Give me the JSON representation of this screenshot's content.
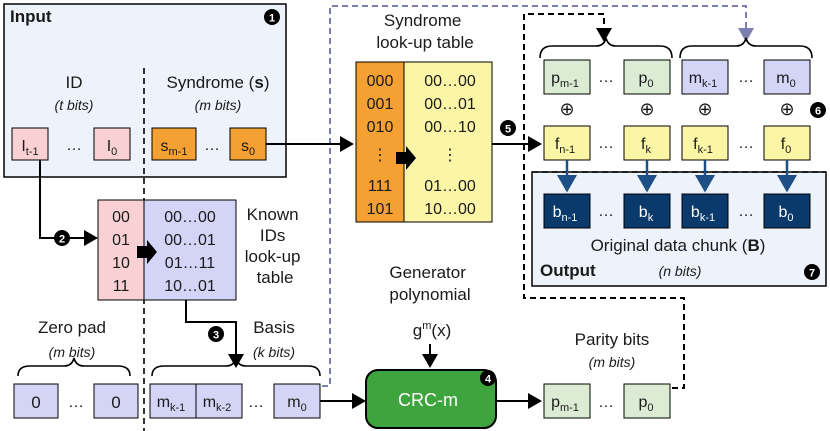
{
  "input": {
    "title": "Input",
    "step": "1",
    "id_label": "ID",
    "id_bits": "(t bits)",
    "syn_label_pre": "Syndrome (",
    "syn_label_s": "s",
    "syn_label_post": ")",
    "syn_bits": "(m bits)",
    "id_cells": [
      {
        "base": "I",
        "sub": "t-1"
      },
      {
        "base": "I",
        "sub": "0"
      }
    ],
    "syn_cells": [
      {
        "base": "s",
        "sub": "m-1"
      },
      {
        "base": "s",
        "sub": "0"
      }
    ],
    "ellipsis": "…"
  },
  "syndrome_table": {
    "title_1": "Syndrome",
    "title_2": "look-up table",
    "keys": [
      "000",
      "001",
      "010",
      "⋮",
      "111",
      "101"
    ],
    "values": [
      "00…00",
      "00…01",
      "00…10",
      "⋮",
      "01…00",
      "10…00"
    ],
    "step": "5"
  },
  "known_table": {
    "title_1": "Known",
    "title_2": "IDs",
    "title_3": "look-up",
    "title_4": "table",
    "keys": [
      "00",
      "01",
      "10",
      "11"
    ],
    "values": [
      "00…00",
      "00…01",
      "01…11",
      "10…01"
    ],
    "step": "2"
  },
  "zero_pad": {
    "label": "Zero pad",
    "bits": "(m bits)",
    "cells": [
      "0",
      "0"
    ]
  },
  "basis": {
    "label": "Basis",
    "bits": "(k bits)",
    "step": "3",
    "cells": [
      {
        "base": "m",
        "sub": "k-1"
      },
      {
        "base": "m",
        "sub": "k-2"
      },
      {
        "base": "m",
        "sub": "0"
      }
    ]
  },
  "generator": {
    "label_1": "Generator",
    "label_2": "polynomial",
    "poly_base": "g",
    "poly_sup": "m",
    "poly_tail": "(x)"
  },
  "crc": {
    "label": "CRC-m",
    "step": "4"
  },
  "parity": {
    "label": "Parity bits",
    "bits": "(m bits)",
    "cells": [
      {
        "base": "p",
        "sub": "m-1"
      },
      {
        "base": "p",
        "sub": "0"
      }
    ]
  },
  "output": {
    "title": "Output",
    "step": "7",
    "xor_step": "6",
    "xor_symbol": "⊕",
    "top_cells": [
      {
        "base": "p",
        "sub": "m-1"
      },
      {
        "base": "p",
        "sub": "0"
      },
      {
        "base": "m",
        "sub": "k-1"
      },
      {
        "base": "m",
        "sub": "0"
      }
    ],
    "f_cells": [
      {
        "base": "f",
        "sub": "n-1"
      },
      {
        "base": "f",
        "sub": "k"
      },
      {
        "base": "f",
        "sub": "k-1"
      },
      {
        "base": "f",
        "sub": "0"
      }
    ],
    "b_cells": [
      {
        "base": "b",
        "sub": "n-1"
      },
      {
        "base": "b",
        "sub": "k"
      },
      {
        "base": "b",
        "sub": "k-1"
      },
      {
        "base": "b",
        "sub": "0"
      }
    ],
    "chunk_pre": "Original data chunk (",
    "chunk_b": "B",
    "chunk_post": ")",
    "bits": "(n bits)"
  },
  "colors": {
    "pink": "#f9d0d3",
    "orange": "#f5a033",
    "yellow": "#fbf5a6",
    "lavender": "#d4d4f7",
    "green_light": "#dcecd4",
    "green_dark": "#3ea43e",
    "navy": "#0a3a6b",
    "frame": "#000000",
    "blue_bg": "#eef3fb",
    "arrow_gray": "#7a7fb0"
  }
}
